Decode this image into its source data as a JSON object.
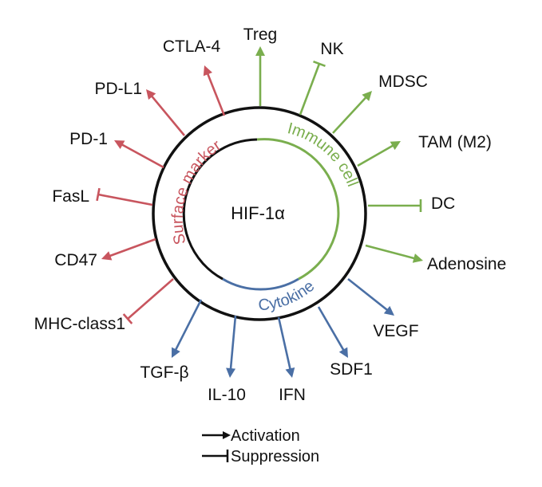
{
  "center": {
    "label": "HIF-1α"
  },
  "categories": {
    "surface": {
      "label": "Surface marker",
      "color": "#c8555e"
    },
    "immune": {
      "label": "Immune cell",
      "color": "#7aae4e"
    },
    "cytokine": {
      "label": "Cytokine",
      "color": "#4a6fa5"
    }
  },
  "targets": [
    {
      "label": "Treg",
      "category": "immune",
      "effect": "activation"
    },
    {
      "label": "NK",
      "category": "immune",
      "effect": "suppression"
    },
    {
      "label": "MDSC",
      "category": "immune",
      "effect": "activation"
    },
    {
      "label": "TAM (M2)",
      "category": "immune",
      "effect": "activation"
    },
    {
      "label": "DC",
      "category": "immune",
      "effect": "suppression"
    },
    {
      "label": "Adenosine",
      "category": "immune",
      "effect": "activation"
    },
    {
      "label": "VEGF",
      "category": "cytokine",
      "effect": "activation"
    },
    {
      "label": "SDF1",
      "category": "cytokine",
      "effect": "activation"
    },
    {
      "label": "IFN",
      "category": "cytokine",
      "effect": "activation"
    },
    {
      "label": "IL-10",
      "category": "cytokine",
      "effect": "activation"
    },
    {
      "label": "TGF-β",
      "category": "cytokine",
      "effect": "activation"
    },
    {
      "label": "MHC-class1",
      "category": "surface",
      "effect": "suppression"
    },
    {
      "label": "CD47",
      "category": "surface",
      "effect": "activation"
    },
    {
      "label": "FasL",
      "category": "surface",
      "effect": "suppression"
    },
    {
      "label": "PD-1",
      "category": "surface",
      "effect": "activation"
    },
    {
      "label": "PD-L1",
      "category": "surface",
      "effect": "activation"
    },
    {
      "label": "CTLA-4",
      "category": "surface",
      "effect": "activation"
    }
  ],
  "legend": {
    "activation": "Activation",
    "suppression": "Suppression"
  }
}
